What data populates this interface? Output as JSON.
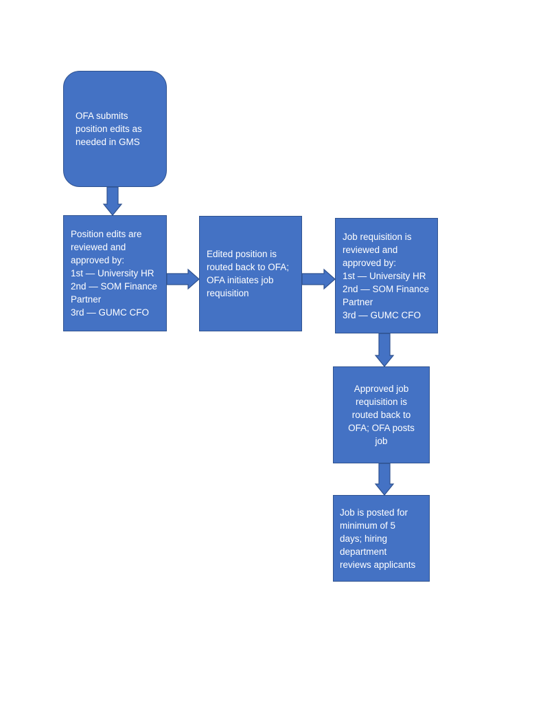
{
  "colors": {
    "box_fill": "#4472c4",
    "box_border": "#2f528f",
    "text": "#ffffff"
  },
  "nodes": {
    "start": {
      "lines": [
        "OFA submits",
        "position edits as",
        "needed in GMS"
      ]
    },
    "review_edits": {
      "lines": [
        "Position edits are",
        "reviewed and",
        "approved by:",
        "1st — University HR",
        "2nd — SOM Finance",
        "Partner",
        "3rd — GUMC CFO"
      ]
    },
    "routed_back": {
      "lines": [
        "Edited position is",
        "routed back to OFA;",
        "OFA initiates job",
        "requisition"
      ]
    },
    "review_requisition": {
      "lines": [
        "Job requisition is",
        "reviewed and",
        "approved by:",
        "1st — University HR",
        "2nd — SOM Finance",
        "Partner",
        "3rd — GUMC CFO"
      ]
    },
    "approved_requisition": {
      "lines": [
        "Approved job",
        "requisition is",
        "routed back to",
        "OFA; OFA posts",
        "job"
      ]
    },
    "job_posted": {
      "lines": [
        "Job is posted for",
        "minimum of 5",
        "days; hiring",
        "department",
        "reviews applicants"
      ]
    }
  },
  "edges": [
    {
      "from": "start",
      "to": "review_edits"
    },
    {
      "from": "review_edits",
      "to": "routed_back"
    },
    {
      "from": "routed_back",
      "to": "review_requisition"
    },
    {
      "from": "review_requisition",
      "to": "approved_requisition"
    },
    {
      "from": "approved_requisition",
      "to": "job_posted"
    }
  ]
}
